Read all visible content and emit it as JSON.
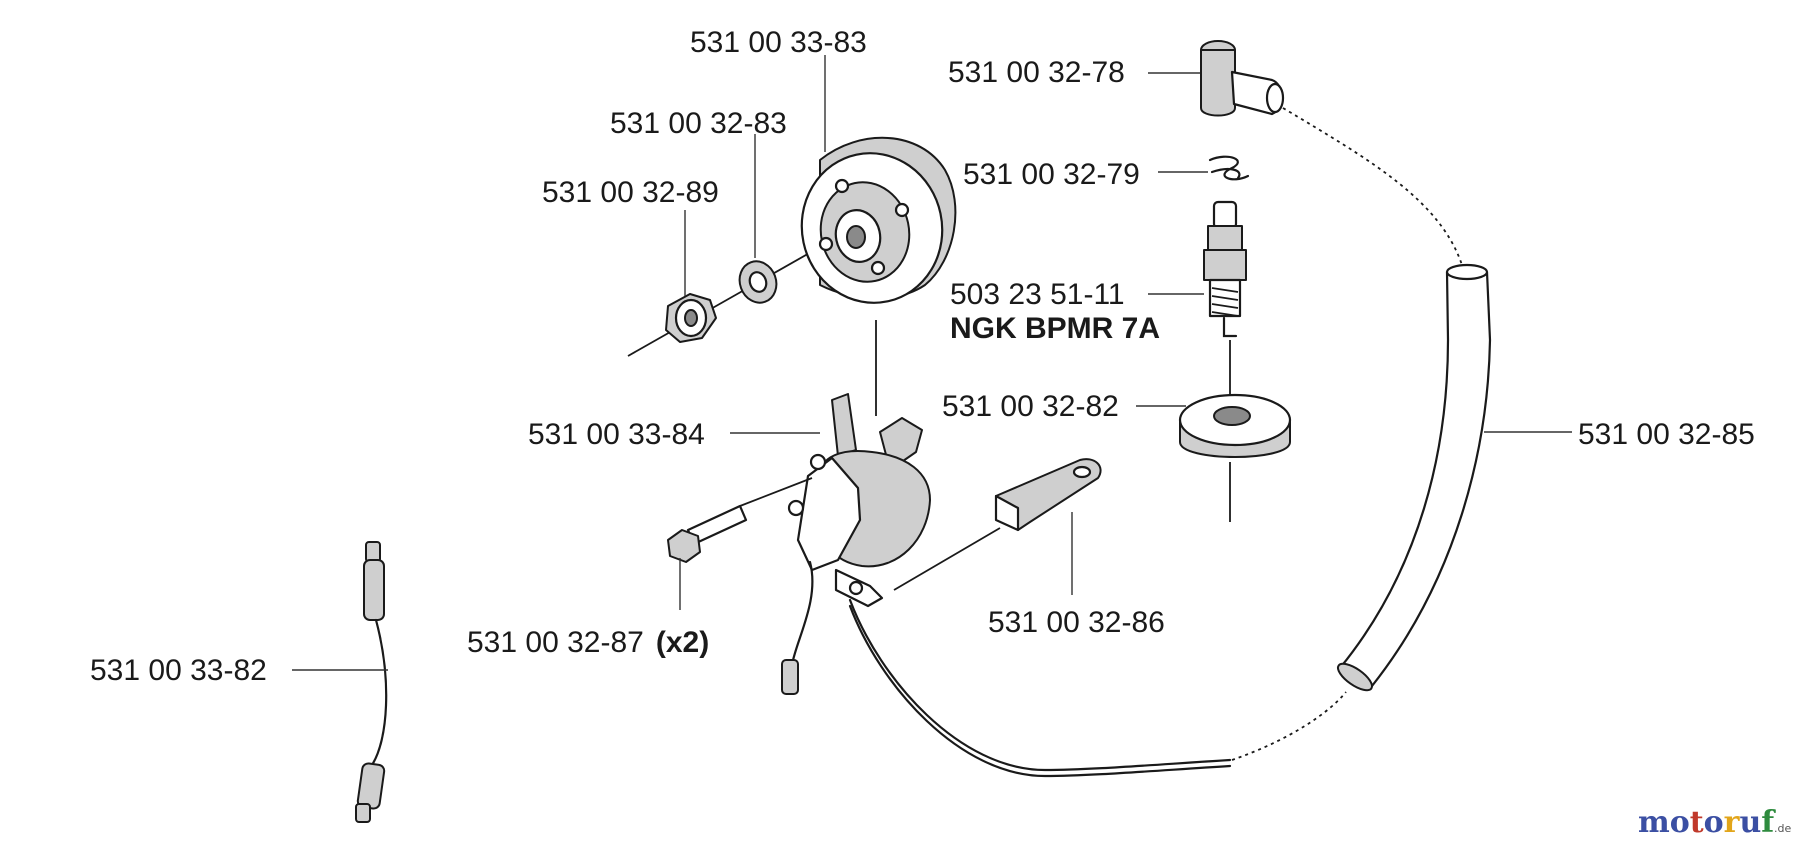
{
  "diagram": {
    "labels": {
      "flywheel": "531 00 33-83",
      "washer": "531 00 32-83",
      "nut": "531 00 32-89",
      "ignition_module": "531 00 33-84",
      "screw": "531 00 32-87",
      "screw_qty": "(x2)",
      "clip": "531 00 32-86",
      "cable_left": "531 00 33-82",
      "plug_cap": "531 00 32-78",
      "spring": "531 00 32-79",
      "spark_plug": "503 23 51-11",
      "spark_plug_type": "NGK BPMR 7A",
      "boot": "531 00 32-82",
      "hose": "531 00 32-85"
    },
    "watermark": {
      "text": "motoruf",
      "suffix": ".de",
      "colors": [
        "#3b4fa3",
        "#3b4fa3",
        "#c0392b",
        "#3b4fa3",
        "#e2a51a",
        "#3b4fa3",
        "#2e8b3e"
      ]
    }
  }
}
